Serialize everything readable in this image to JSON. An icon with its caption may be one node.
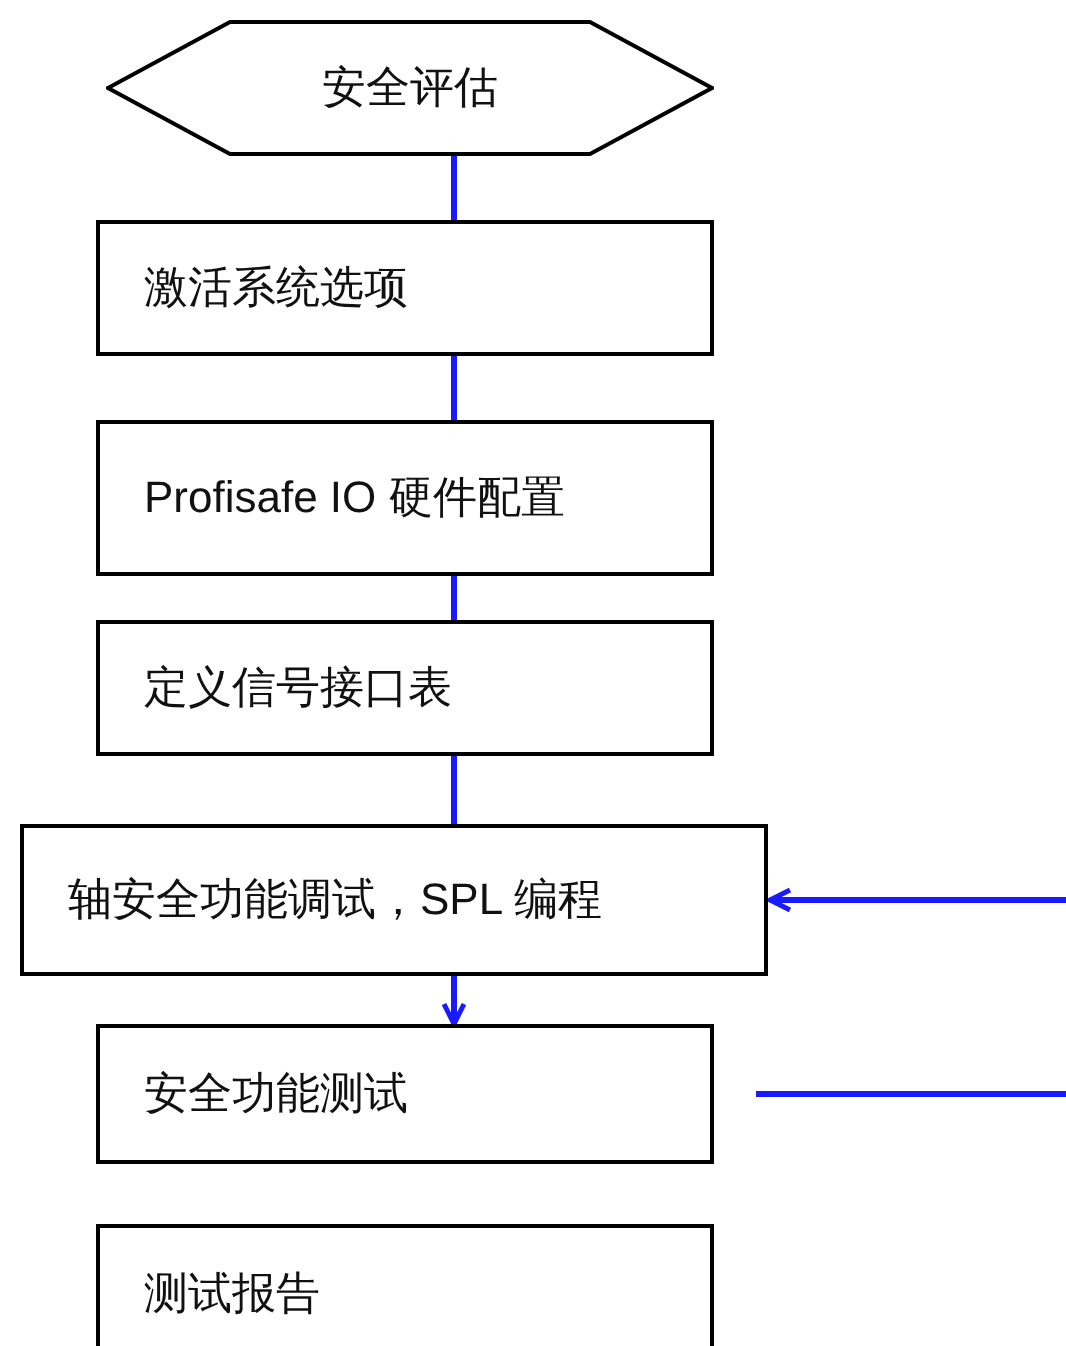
{
  "diagram": {
    "nodes": [
      {
        "text": [
          "安全评估"
        ]
      },
      {
        "text": [
          "激活系统选项"
        ]
      },
      {
        "text": [
          "Profisafe IO 硬件配置"
        ]
      },
      {
        "text": [
          "定义信号接口表"
        ]
      },
      {
        "text": [
          "轴安全功能调试，SPL 编程"
        ]
      },
      {
        "text": [
          "安全功能测试"
        ]
      },
      {
        "text": [
          "测试报告"
        ]
      }
    ],
    "edges": [
      {
        "from": 0,
        "to": 1,
        "arrow": "none"
      },
      {
        "from": 1,
        "to": 2,
        "arrow": "none"
      },
      {
        "from": 2,
        "to": 3,
        "arrow": "none"
      },
      {
        "from": 3,
        "to": 4,
        "arrow": "none"
      },
      {
        "from": 4,
        "to": 5,
        "arrow": "to"
      },
      {
        "from": null,
        "to": 4,
        "arrow": "to"
      },
      {
        "from": 5,
        "to": null,
        "arrow": "none"
      }
    ]
  }
}
